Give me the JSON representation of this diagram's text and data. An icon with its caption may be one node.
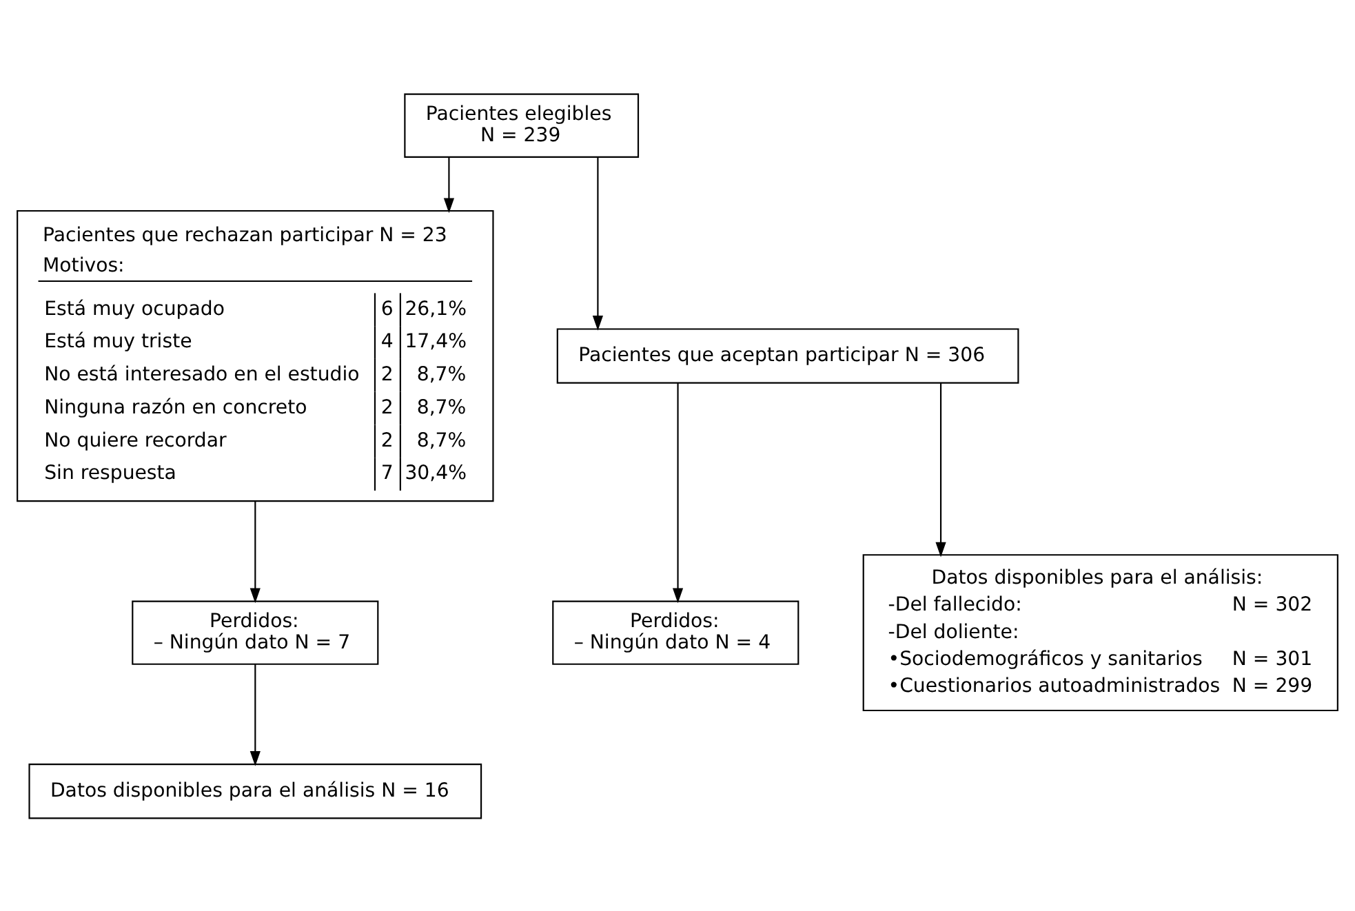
{
  "diagram": {
    "nodes": [
      {
        "text": [
          "Pacientes elegibles",
          "N = 239"
        ]
      },
      {
        "text": [
          "Pacientes que rechazan participar N = 23",
          "Motivos:",
          "Está muy ocupado",
          "6",
          "26,1%",
          "Está muy triste",
          "4",
          "17,4%",
          "No está interesado en el estudio",
          "2",
          "8,7%",
          "Ninguna razón en concreto",
          "2",
          "8,7%",
          "No quiere recordar",
          "2",
          "8,7%",
          "Sin respuesta",
          "7",
          "30,4%"
        ]
      },
      {
        "text": [
          "Pacientes que aceptan participar N = 306"
        ]
      },
      {
        "text": [
          "Perdidos:",
          "– Ningún dato N = 4"
        ]
      },
      {
        "text": [
          "Datos disponibles para el análisis:",
          "-Del fallecido:",
          "N = 302",
          "-Del doliente:",
          "•Sociodemográficos y sanitarios",
          "N = 301",
          "•Cuestionarios autoadministrados",
          "N = 299"
        ]
      },
      {
        "text": [
          "Perdidos:",
          "– Ningún dato N = 7"
        ]
      },
      {
        "text": [
          "Datos disponibles para el análisis N = 16"
        ]
      }
    ],
    "edges": [
      {
        "from": 0,
        "to": 2,
        "arrow": "to"
      },
      {
        "from": 0,
        "to": 1,
        "arrow": "to"
      },
      {
        "from": 2,
        "to": 3,
        "arrow": "to"
      },
      {
        "from": 2,
        "to": 4,
        "arrow": "to"
      },
      {
        "from": 1,
        "to": 5,
        "arrow": "to"
      },
      {
        "from": 5,
        "to": 6,
        "arrow": "to"
      }
    ]
  }
}
